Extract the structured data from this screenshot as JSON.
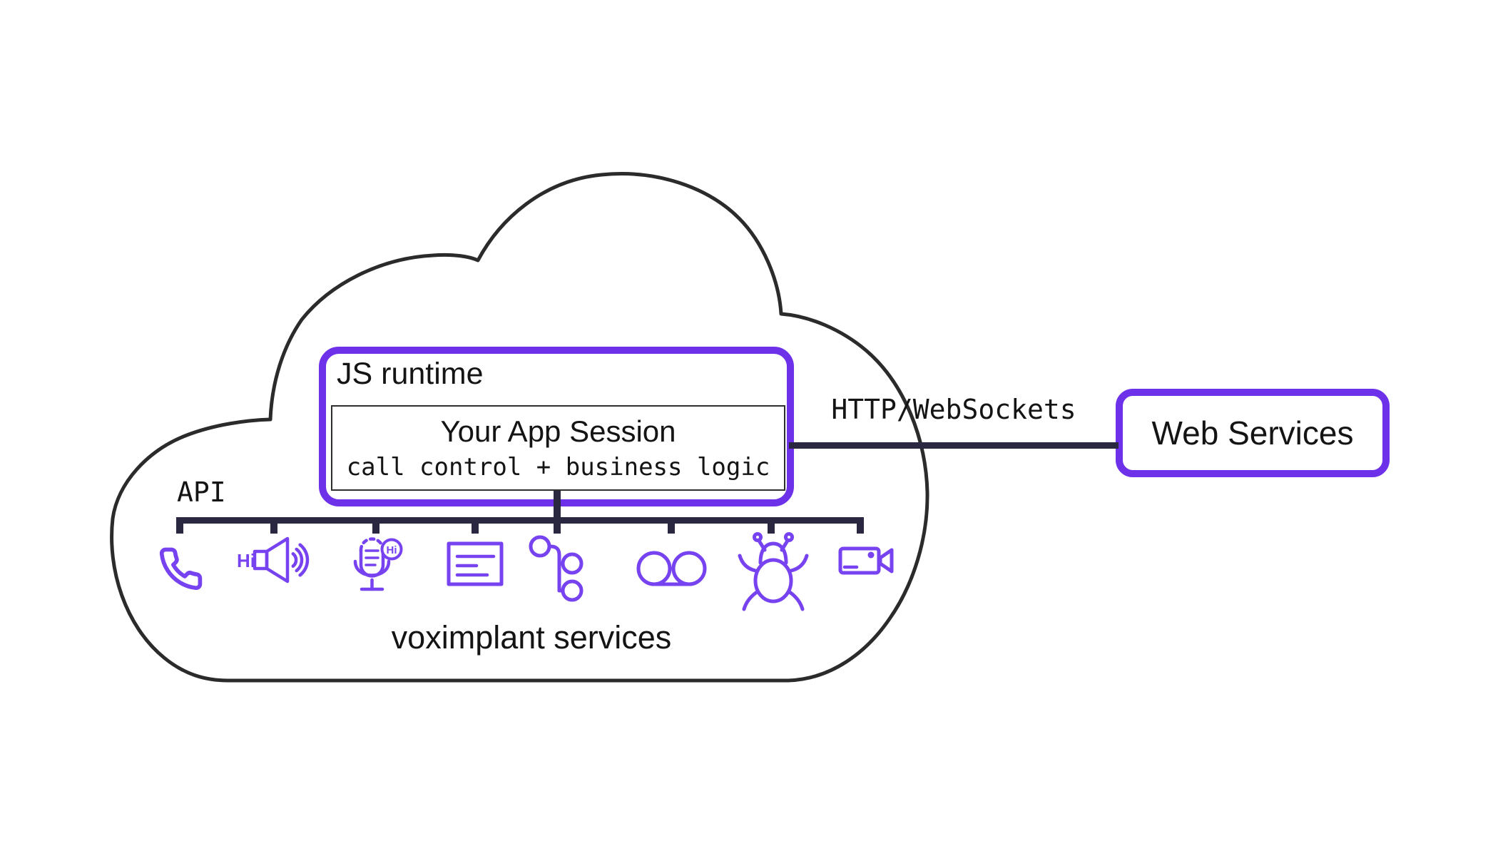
{
  "colors": {
    "accent_purple": "#6C31E8",
    "icon_purple": "#7742EF",
    "line_dark_navy": "#2A2740",
    "cloud_outline": "#2B2B2B",
    "text": "#141414",
    "background": "#FFFFFF"
  },
  "cloud": {
    "label": "voximplant services"
  },
  "js_runtime": {
    "label": "JS runtime"
  },
  "app_session": {
    "title": "Your App Session",
    "subtitle": "call control + business logic"
  },
  "api": {
    "label": "API"
  },
  "connection": {
    "label": "HTTP/WebSockets"
  },
  "web_services": {
    "label": "Web Services"
  },
  "service_icons": [
    {
      "name": "phone-icon"
    },
    {
      "name": "text-to-speech-speaker-icon",
      "label": "Hi"
    },
    {
      "name": "speech-recognition-mic-icon",
      "badge": "Hi"
    },
    {
      "name": "message-card-icon"
    },
    {
      "name": "call-flow-branch-icon"
    },
    {
      "name": "voicemail-icon"
    },
    {
      "name": "bug-icon"
    },
    {
      "name": "video-camera-icon"
    }
  ]
}
